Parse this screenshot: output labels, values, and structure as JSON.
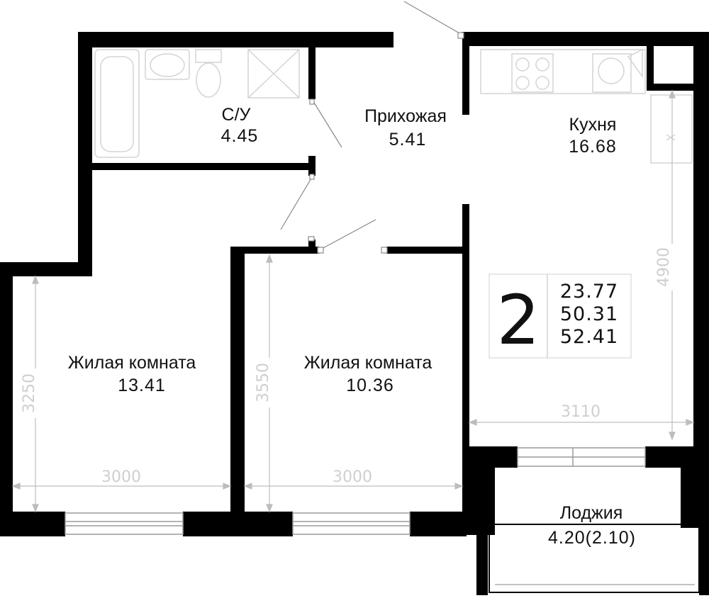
{
  "rooms": {
    "bathroom": {
      "name": "С/У",
      "area": "4.45"
    },
    "hallway": {
      "name": "Прихожая",
      "area": "5.41"
    },
    "kitchen": {
      "name": "Кухня",
      "area": "16.68"
    },
    "living_room_1": {
      "name": "Жилая комната",
      "area": "13.41"
    },
    "living_room_2": {
      "name": "Жилая комната",
      "area": "10.36"
    },
    "loggia": {
      "name": "Лоджия",
      "area": "4.20(2.10)"
    }
  },
  "summary": {
    "room_count": "2",
    "living_area": "23.77",
    "total_area": "50.31",
    "total_area_with_loggia": "52.41"
  },
  "dimensions": {
    "room1_height": "3250",
    "room1_width": "3000",
    "room2_height": "3550",
    "room2_width": "3000",
    "kitchen_width": "3110",
    "kitchen_height": "4900"
  },
  "colors": {
    "wall": "#000000",
    "dimension": "#cfcfcf",
    "fixture": "#d4d4d4"
  }
}
